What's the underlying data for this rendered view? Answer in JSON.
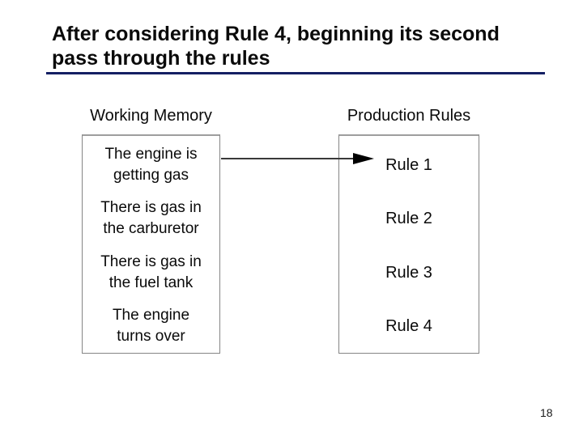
{
  "slide": {
    "title": "After considering Rule 4, beginning its second pass through the rules",
    "page_number": "18"
  },
  "diagram": {
    "working_memory": {
      "label": "Working Memory",
      "facts": [
        "The engine is\ngetting gas",
        "There is gas in\nthe carburetor",
        "There is gas in\nthe fuel tank",
        "The engine\nturns over"
      ]
    },
    "production_rules": {
      "label": "Production Rules",
      "rules": [
        "Rule 1",
        "Rule 2",
        "Rule 3",
        "Rule 4"
      ]
    },
    "arrow": {
      "from": "The engine is getting gas",
      "to": "Rule 1",
      "direction": "right"
    }
  },
  "colors": {
    "background": "#ffffff",
    "text": "#0a0a0a",
    "title_underline": "#141f63",
    "box_border": "#858585",
    "arrow": "#000000"
  }
}
